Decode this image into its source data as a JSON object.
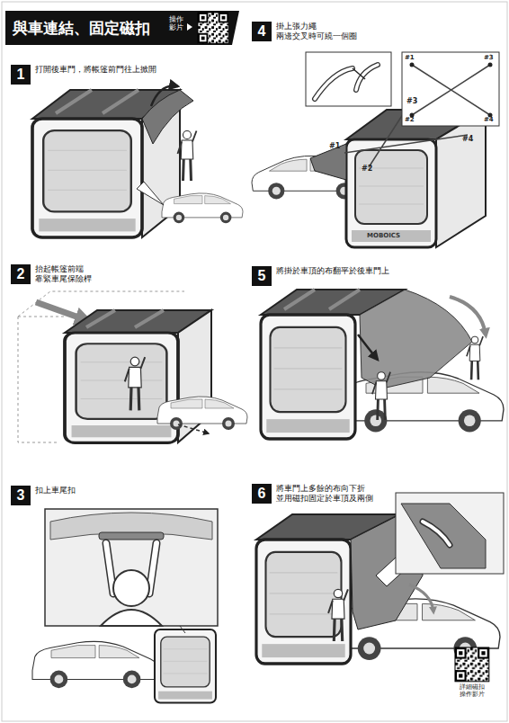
{
  "diagram": {
    "title": "與車連結、固定磁扣",
    "nodes": [
      {
        "text": [
          "1",
          "打開後車門，將帳篷前門往上掀開"
        ]
      },
      {
        "text": [
          "2",
          "抬起帳篷前端 靠緊車尾保險桿"
        ]
      },
      {
        "text": [
          "3",
          "扣上車尾扣"
        ]
      },
      {
        "text": [
          "4",
          "掛上張力繩 兩邊交叉時可繞一個圈"
        ]
      },
      {
        "text": [
          "5",
          "將掛於車頂的布翻平於後車門上"
        ]
      },
      {
        "text": [
          "6",
          "將車門上多餘的布向下折 並用磁扣固定於車頂及兩側"
        ]
      }
    ],
    "labels": [
      "操作 影片",
      "#1",
      "#2",
      "#3",
      "#4",
      "#1",
      "#3",
      "#2",
      "#4",
      "MOBOICS",
      "詳細磁扣 操作影片"
    ]
  }
}
